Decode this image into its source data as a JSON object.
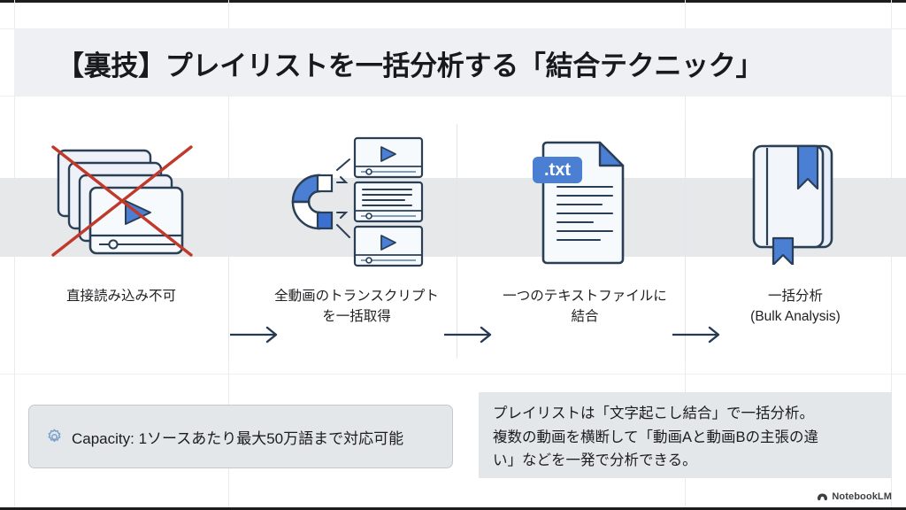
{
  "slide": {
    "title": "【裏技】プレイリストを一括分析する「結合テクニック」",
    "accent_blue": "#4285f4",
    "icon_stroke": "#2a3f55",
    "cross_red": "#c0392b",
    "band_gray": "#e6e8ea"
  },
  "steps": [
    {
      "id": "step-1",
      "icon": "video-stack-blocked-icon",
      "caption": "直接読み込み不可"
    },
    {
      "id": "step-2",
      "icon": "magnet-transcripts-icon",
      "caption": "全動画のトランスクリプトを一括取得"
    },
    {
      "id": "step-3",
      "icon": "txt-document-icon",
      "caption": "一つのテキストファイルに結合",
      "badge": ".txt"
    },
    {
      "id": "step-4",
      "icon": "bookmarked-book-icon",
      "caption_line1": "一括分析",
      "caption_line2": "(Bulk Analysis)"
    }
  ],
  "arrows": {
    "icon": "arrow-right-icon",
    "count": 3
  },
  "capacity_panel": {
    "icon": "gear-icon",
    "text": "Capacity: 1ソースあたり最大50万語まで対応可能"
  },
  "summary_panel": {
    "line1": "プレイリストは「文字起こし結合」で一括分析。",
    "line2": "複数の動画を横断して「動画Aと動画Bの主張の違",
    "line3": "い」などを一発で分析できる。"
  },
  "watermark": {
    "icon": "notebooklm-logo-icon",
    "label": "NotebookLM"
  }
}
